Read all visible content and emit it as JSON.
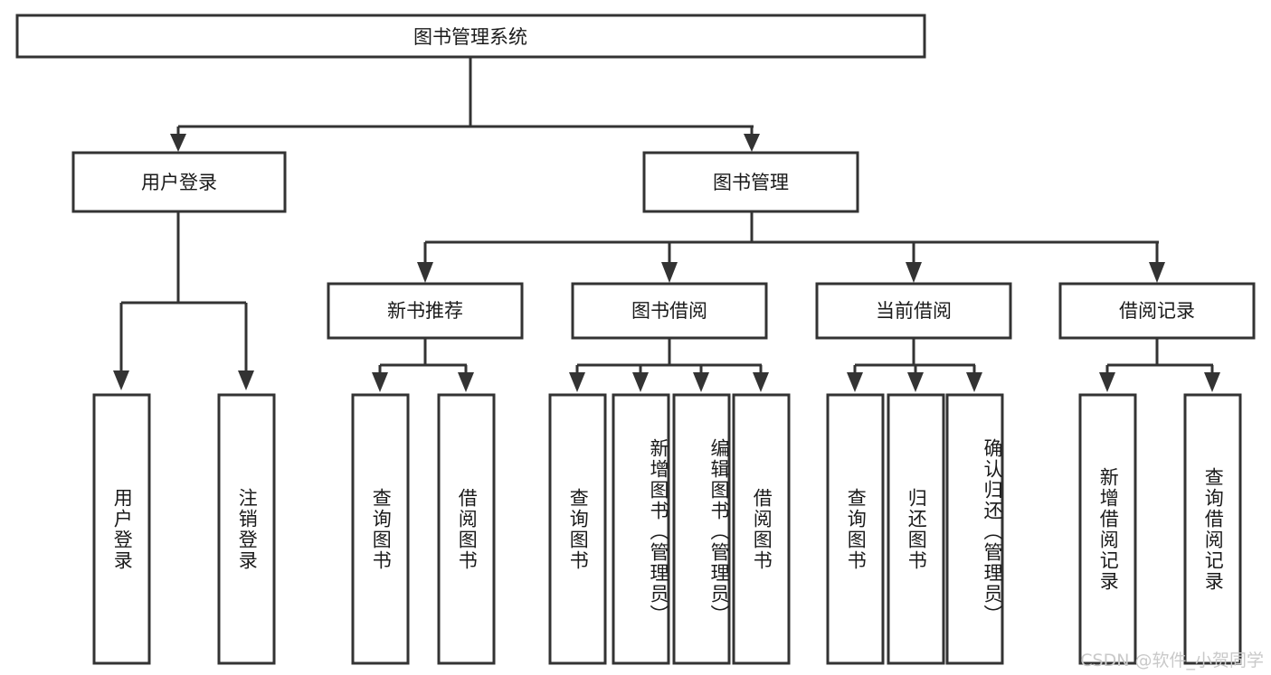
{
  "diagram": {
    "type": "tree-hierarchy",
    "title": "图书管理系统",
    "orientation": "top-down",
    "root": {
      "label": "图书管理系统",
      "level": 0
    },
    "level2": [
      {
        "label": "用户登录"
      },
      {
        "label": "图书管理"
      }
    ],
    "level3": [
      {
        "label": "新书推荐"
      },
      {
        "label": "图书借阅"
      },
      {
        "label": "当前借阅"
      },
      {
        "label": "借阅记录"
      }
    ],
    "leaves": {
      "user_login": [
        {
          "label": "用户登录"
        },
        {
          "label": "注销登录"
        }
      ],
      "new_book_recommend": [
        {
          "label": "查询图书"
        },
        {
          "label": "借阅图书"
        }
      ],
      "book_borrow": [
        {
          "label": "查询图书"
        },
        {
          "label": "新增图书（管理员）"
        },
        {
          "label": "编辑图书（管理员）"
        },
        {
          "label": "借阅图书"
        }
      ],
      "current_borrow": [
        {
          "label": "查询图书"
        },
        {
          "label": "归还图书"
        },
        {
          "label": "确认归还（管理员）"
        }
      ],
      "borrow_records": [
        {
          "label": "新增借阅记录"
        },
        {
          "label": "查询借阅记录"
        }
      ]
    }
  },
  "watermark": {
    "text": "CSDN @软件_小贺同学"
  },
  "colors": {
    "box_stroke": "#333333",
    "box_fill": "#ffffff",
    "text": "#1a1a1a",
    "background": "#ffffff",
    "watermark": "#c9c9c9"
  }
}
